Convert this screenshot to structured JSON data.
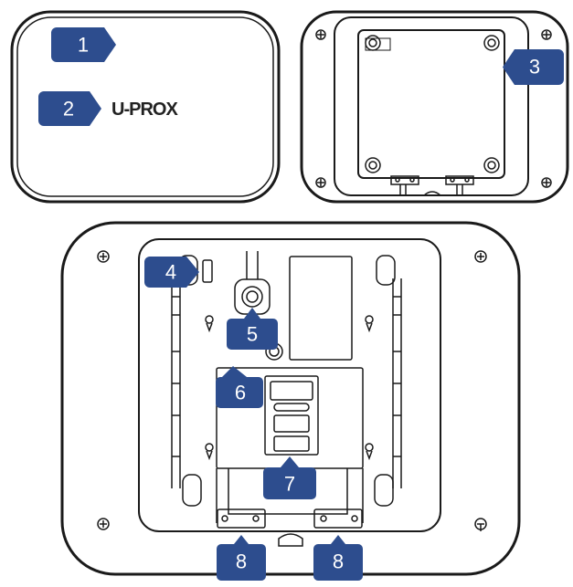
{
  "brand": {
    "logo_text": "U-PROX"
  },
  "callouts": [
    {
      "label": "1",
      "points_to": "front cover"
    },
    {
      "label": "2",
      "points_to": "logo"
    },
    {
      "label": "3",
      "points_to": "rear panel / PCB"
    },
    {
      "label": "4",
      "points_to": "tamper switch"
    },
    {
      "label": "5",
      "points_to": "button"
    },
    {
      "label": "6",
      "points_to": "battery compartment"
    },
    {
      "label": "7",
      "points_to": "SIM card holder"
    },
    {
      "label": "8",
      "points_to": "terminal blocks"
    }
  ],
  "colors": {
    "callout_fill": "#2d4d8e",
    "outline": "#1a1a1a",
    "background": "#ffffff"
  }
}
